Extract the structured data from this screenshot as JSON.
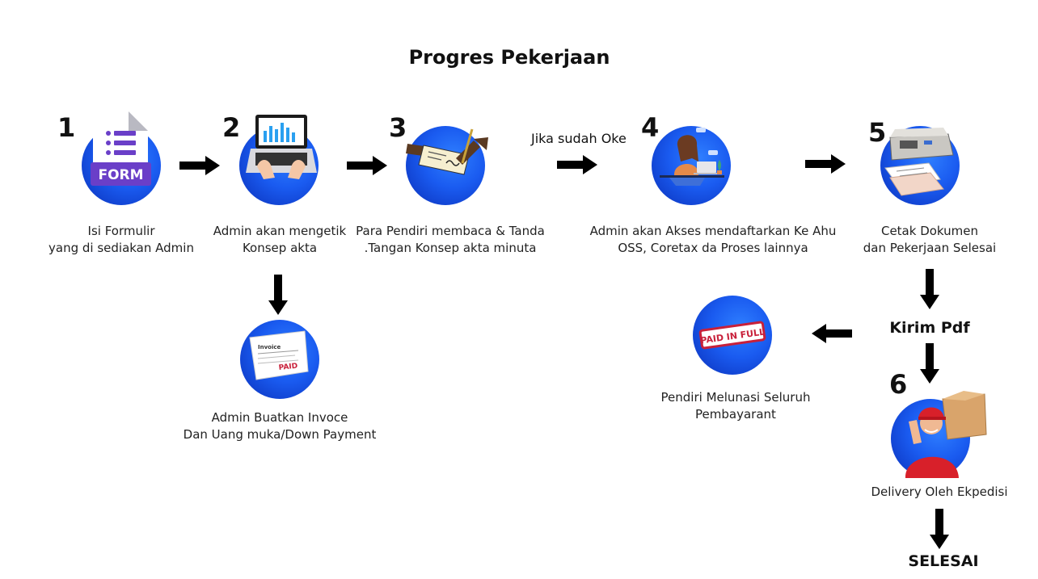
{
  "title": "Progres Pekerjaan",
  "steps": [
    {
      "number": "1",
      "icon": "form-icon",
      "line1": "Isi Formulir",
      "line2": "yang di sediakan Admin",
      "badge": "FORM"
    },
    {
      "number": "2",
      "icon": "laptop-typing-icon",
      "line1": "Admin akan mengetik",
      "line2": "Konsep akta"
    },
    {
      "number": "3",
      "icon": "signing-document-icon",
      "line1": "Para Pendiri membaca & Tanda",
      "line2": ".Tangan Konsep akta minuta"
    },
    {
      "number": "4",
      "icon": "woman-at-laptop-icon",
      "line1": "Admin akan Akses mendaftarkan Ke Ahu",
      "line2": "OSS, Coretax da Proses lainnya"
    },
    {
      "number": "5",
      "icon": "printer-icon",
      "line1": "Cetak Dokumen",
      "line2": "dan Pekerjaan Selesai"
    },
    {
      "number": "6",
      "icon": "delivery-courier-icon",
      "line1": "Delivery Oleh Ekpedisi"
    }
  ],
  "invoice": {
    "line1": "Admin Buatkan Invoce",
    "line2": "Dan Uang muka/Down Payment",
    "doc_title": "Invoice",
    "stamp": "PAID"
  },
  "paid": {
    "line1": "Pendiri Melunasi Seluruh",
    "line2": "Pembayarant",
    "stamp": "PAID IN FULL"
  },
  "note_ok": "Jika sudah Oke",
  "kirim_pdf": "Kirim Pdf",
  "selesai": "SELESAI",
  "colors": {
    "circle": "#1a5bf0",
    "form_purple": "#6a3fc8",
    "stamp_red": "#c8203a",
    "arrow": "#000000"
  }
}
